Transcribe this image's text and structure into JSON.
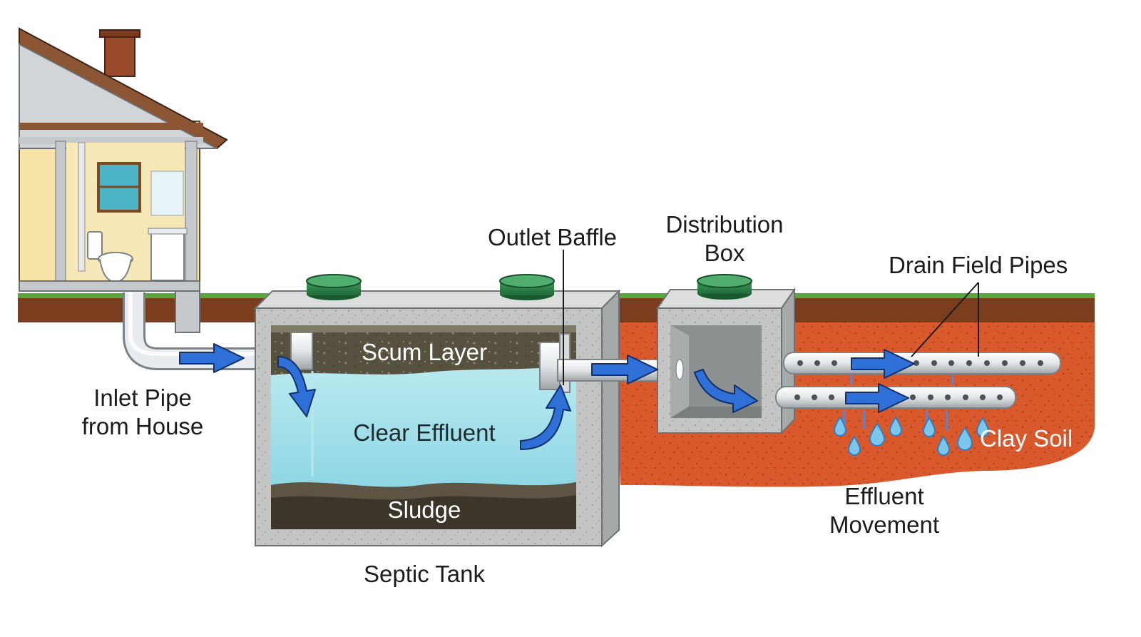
{
  "labels": {
    "inlet_pipe": "Inlet Pipe\nfrom House",
    "outlet_baffle": "Outlet Baffle",
    "distribution_box": "Distribution\nBox",
    "drain_field_pipes": "Drain Field Pipes",
    "scum_layer": "Scum Layer",
    "clear_effluent": "Clear Effluent",
    "sludge": "Sludge",
    "septic_tank": "Septic Tank",
    "clay_soil": "Clay Soil",
    "effluent_movement": "Effluent\nMovement"
  },
  "colors": {
    "flow_arrow": "#2f6fd8",
    "soil": "#d9582c",
    "grass": "#59a83c",
    "effluent": "#a8e2ea",
    "concrete": "#c4c6c6",
    "lid": "#2f7d4a"
  }
}
